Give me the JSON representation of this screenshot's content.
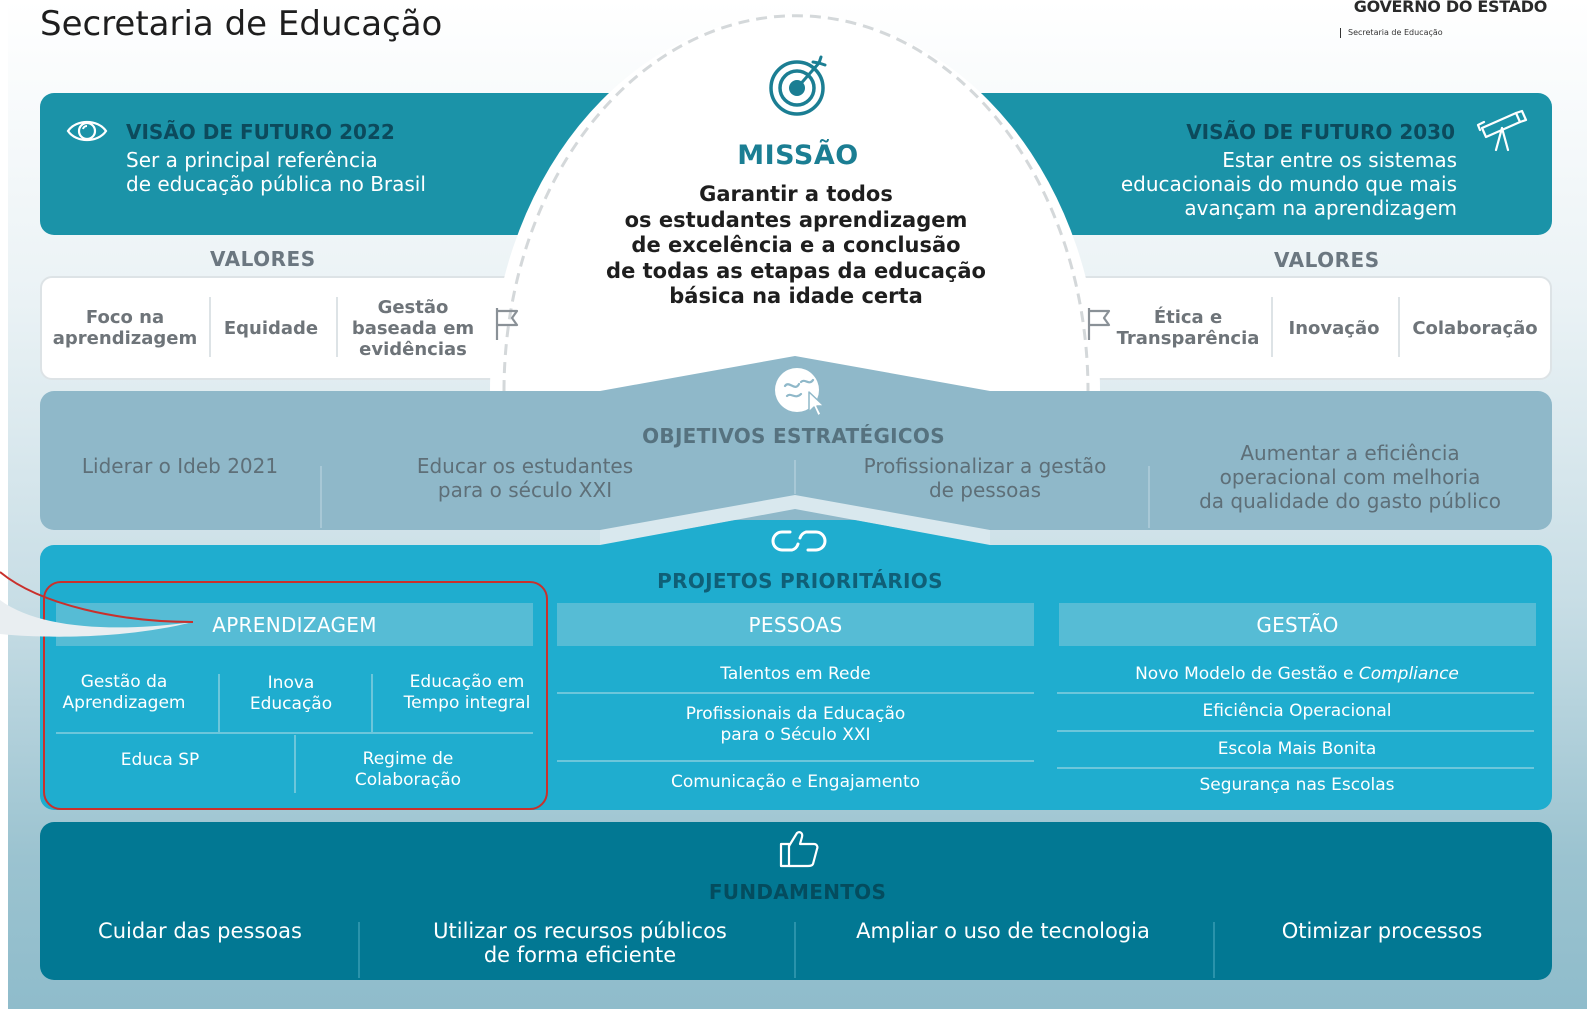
{
  "header": {
    "title": "Secretaria de Educação",
    "gov_name": "GOVERNO DO ESTADO",
    "gov_sub": "Secretaria de Educação"
  },
  "vision_2022": {
    "title": "VISÃO DE FUTURO 2022",
    "line1": "Ser a principal referência",
    "line2": "de educação pública no Brasil",
    "icon": "eye-icon"
  },
  "vision_2030": {
    "title": "VISÃO DE FUTURO 2030",
    "line1": "Estar entre os sistemas",
    "line2": "educacionais do mundo que mais",
    "line3": "avançam na aprendizagem",
    "icon": "telescope-icon"
  },
  "mission": {
    "title": "MISSÃO",
    "lines": [
      "Garantir a todos",
      "os estudantes aprendizagem",
      "de excelência e a conclusão",
      "de todas as etapas da educação",
      "básica na idade certa"
    ],
    "icon": "target-icon"
  },
  "values_left": {
    "label": "VALORES",
    "items": [
      {
        "l1": "Foco na",
        "l2": "aprendizagem"
      },
      {
        "l1": "Equidade"
      },
      {
        "l1": "Gestão",
        "l2": "baseada em",
        "l3": "evidências"
      }
    ]
  },
  "values_right": {
    "label": "VALORES",
    "items": [
      {
        "l1": "Ética e",
        "l2": "Transparência"
      },
      {
        "l1": "Inovação"
      },
      {
        "l1": "Colaboração"
      }
    ]
  },
  "objectives": {
    "title": "OBJETIVOS ESTRATÉGICOS",
    "items": [
      {
        "l1": "Liderar o Ideb 2021"
      },
      {
        "l1": "Educar os estudantes",
        "l2": "para o século XXI"
      },
      {
        "l1": "Profissionalizar a gestão",
        "l2": "de pessoas"
      },
      {
        "l1": "Aumentar a eficiência",
        "l2": "operacional com melhoria",
        "l3": "da qualidade do gasto público"
      }
    ]
  },
  "projects": {
    "title": "PROJETOS PRIORITÁRIOS",
    "aprendizagem": {
      "head": "APRENDIZAGEM",
      "items": [
        {
          "l1": "Gestão da",
          "l2": "Aprendizagem"
        },
        {
          "l1": "Inova",
          "l2": "Educação"
        },
        {
          "l1": "Educação em",
          "l2": "Tempo integral"
        },
        {
          "l1": "Educa SP"
        },
        {
          "l1": "Regime de",
          "l2": "Colaboração"
        }
      ]
    },
    "pessoas": {
      "head": "PESSOAS",
      "items": [
        {
          "l1": "Talentos em Rede"
        },
        {
          "l1": "Profissionais da Educação",
          "l2": "para o Século XXI"
        },
        {
          "l1": "Comunicação e Engajamento"
        }
      ]
    },
    "gestao": {
      "head": "GESTÃO",
      "item1_prefix": "Novo Modelo de Gestão e ",
      "item1_emph": "Compliance",
      "items": [
        "Eficiência Operacional",
        "Escola Mais Bonita",
        "Segurança nas Escolas"
      ]
    }
  },
  "fundamentos": {
    "title": "FUNDAMENTOS",
    "items": [
      {
        "l1": "Cuidar das pessoas"
      },
      {
        "l1": "Utilizar os recursos públicos",
        "l2": "de forma eficiente"
      },
      {
        "l1": "Ampliar o uso de tecnologia"
      },
      {
        "l1": "Otimizar processos"
      }
    ],
    "icon": "thumbs-up-icon"
  },
  "colors": {
    "vision": "#1b93a8",
    "objectives": "#8fb8c9",
    "projects": "#1fadcf",
    "fundamentos": "#027893",
    "highlight": "#c9302c"
  }
}
